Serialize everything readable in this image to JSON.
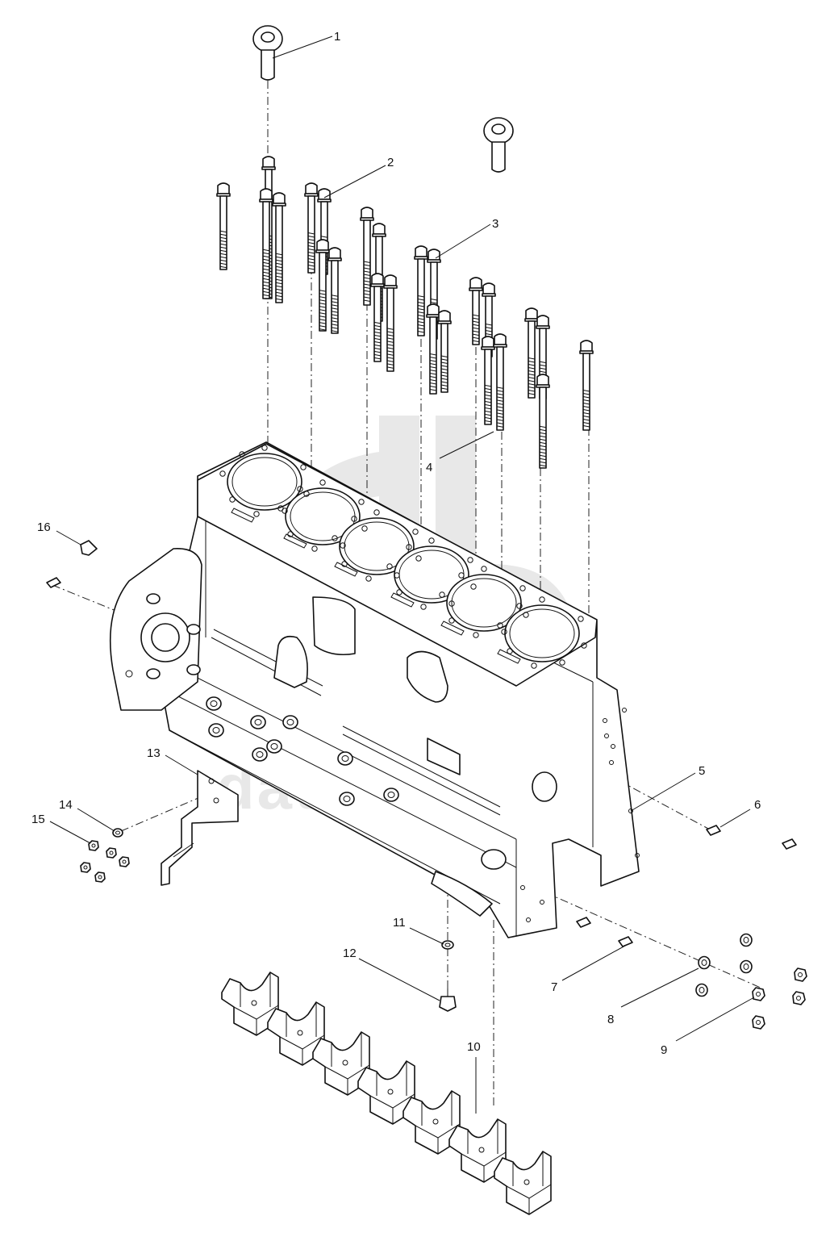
{
  "watermark": {
    "text": "data-parts"
  },
  "callouts": [
    {
      "id": "callout-1",
      "label": "1"
    },
    {
      "id": "callout-2",
      "label": "2"
    },
    {
      "id": "callout-3",
      "label": "3"
    },
    {
      "id": "callout-4",
      "label": "4"
    },
    {
      "id": "callout-5",
      "label": "5"
    },
    {
      "id": "callout-6",
      "label": "6"
    },
    {
      "id": "callout-7",
      "label": "7"
    },
    {
      "id": "callout-8",
      "label": "8"
    },
    {
      "id": "callout-9",
      "label": "9"
    },
    {
      "id": "callout-10",
      "label": "10"
    },
    {
      "id": "callout-11",
      "label": "11"
    },
    {
      "id": "callout-12",
      "label": "12"
    },
    {
      "id": "callout-13",
      "label": "13"
    },
    {
      "id": "callout-14",
      "label": "14"
    },
    {
      "id": "callout-15",
      "label": "15"
    },
    {
      "id": "callout-16",
      "label": "16"
    }
  ],
  "colors": {
    "line": "#111111",
    "watermark": "#d6d6d6",
    "background": "#ffffff"
  }
}
